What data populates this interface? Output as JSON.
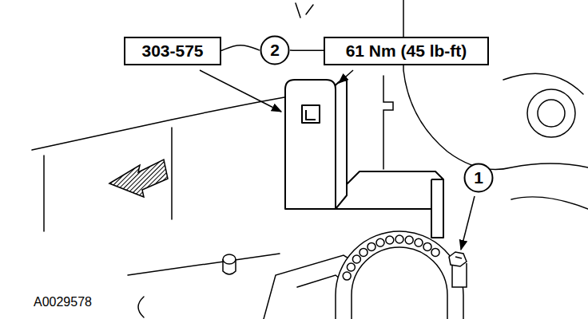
{
  "diagram": {
    "nodes": [
      {
        "text": [
          "303-575"
        ]
      },
      {
        "text": [
          "2"
        ]
      },
      {
        "text": [
          "61 Nm (45 lb-ft)"
        ]
      },
      {
        "text": [
          "1"
        ]
      }
    ],
    "edges": [
      {
        "from": 0,
        "to": 1,
        "arrow": "none"
      },
      {
        "from": 1,
        "to": 2,
        "arrow": "none"
      }
    ],
    "labels": [
      "A0029578"
    ]
  }
}
